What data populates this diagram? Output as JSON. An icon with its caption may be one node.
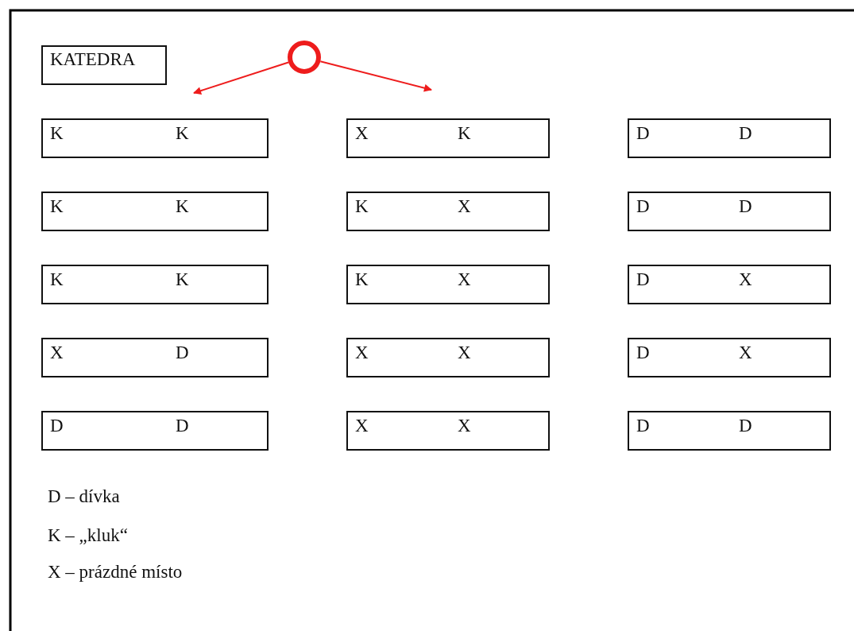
{
  "diagram": {
    "nodes": [
      {
        "text": [
          "KATEDRA"
        ]
      },
      {
        "text": [],
        "shape": "circle"
      },
      {
        "text": [
          "K",
          "K"
        ]
      },
      {
        "text": [
          "X",
          "K"
        ]
      },
      {
        "text": [
          "D",
          "D"
        ]
      },
      {
        "text": [
          "K",
          "K"
        ]
      },
      {
        "text": [
          "K",
          "X"
        ]
      },
      {
        "text": [
          "D",
          "D"
        ]
      },
      {
        "text": [
          "K",
          "K"
        ]
      },
      {
        "text": [
          "K",
          "X"
        ]
      },
      {
        "text": [
          "D",
          "X"
        ]
      },
      {
        "text": [
          "X",
          "D"
        ]
      },
      {
        "text": [
          "X",
          "X"
        ]
      },
      {
        "text": [
          "D",
          "X"
        ]
      },
      {
        "text": [
          "D",
          "D"
        ]
      },
      {
        "text": [
          "X",
          "X"
        ]
      },
      {
        "text": [
          "D",
          "D"
        ]
      }
    ],
    "edges": [
      {
        "from": 1,
        "to": null,
        "arrow": "to",
        "color": "#ee1c1c"
      },
      {
        "from": 1,
        "to": null,
        "arrow": "to",
        "color": "#ee1c1c"
      }
    ],
    "labels": [
      "D – dívka",
      "K – „kluk“",
      "X – prázdné místo"
    ]
  }
}
